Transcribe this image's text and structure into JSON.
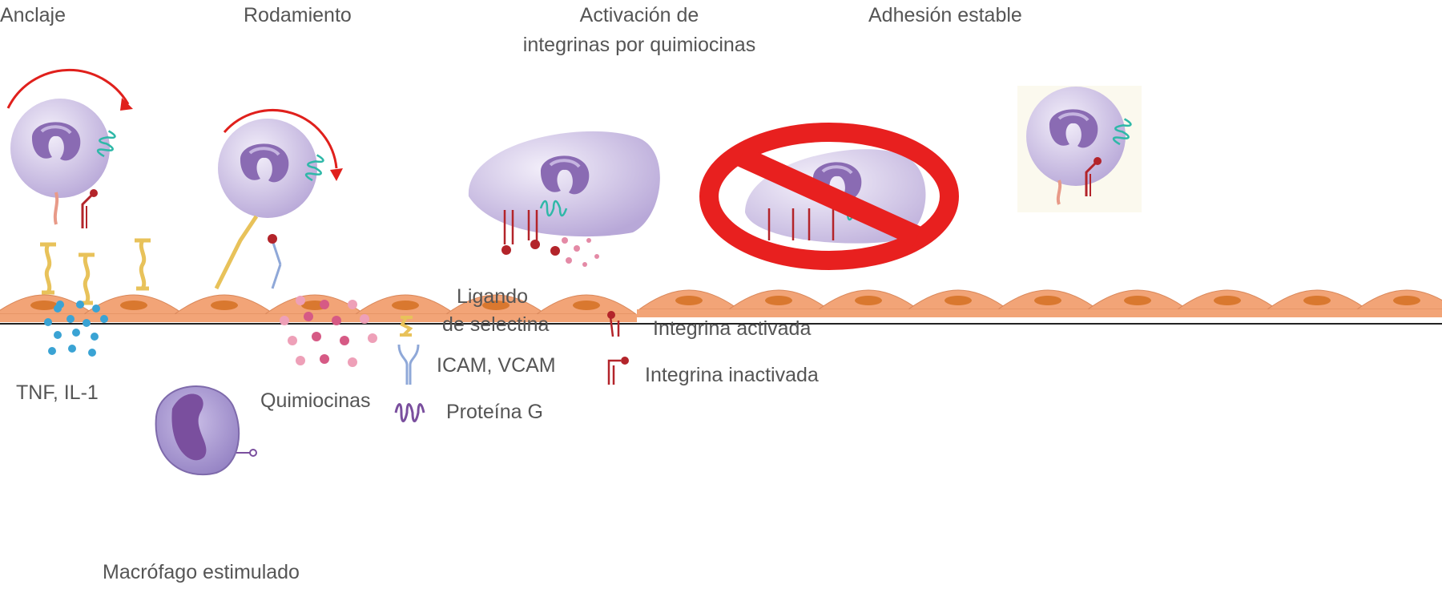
{
  "stages": {
    "anchoring": "Anclaje",
    "rolling": "Rodamiento",
    "activation_line1": "Activación de",
    "activation_line2": "integrinas por quimiocinas",
    "adhesion": "Adhesión estable"
  },
  "legend": {
    "cytokines": "TNF, IL-1",
    "chemokines": "Quimiocinas",
    "macrophage": "Macrófago estimulado",
    "selectin_ligand_line1": "Ligando",
    "selectin_ligand_line2": "de selectina",
    "icam_vcam": "ICAM, VCAM",
    "g_protein": "Proteína G",
    "integrin_active": "Integrina activada",
    "integrin_inactive": "Integrina inactivada"
  },
  "colors": {
    "endothelium": "#f2a477",
    "endothelium_nucleus": "#d9782f",
    "leukocyte": "#cbbfe3",
    "nucleus": "#8a6bb3",
    "arrow": "#e0201c",
    "prohibited": "#e8201f",
    "integrin": "#b3242a",
    "cytokine": "#3aa3d4",
    "chemokine": "#d65a85"
  }
}
